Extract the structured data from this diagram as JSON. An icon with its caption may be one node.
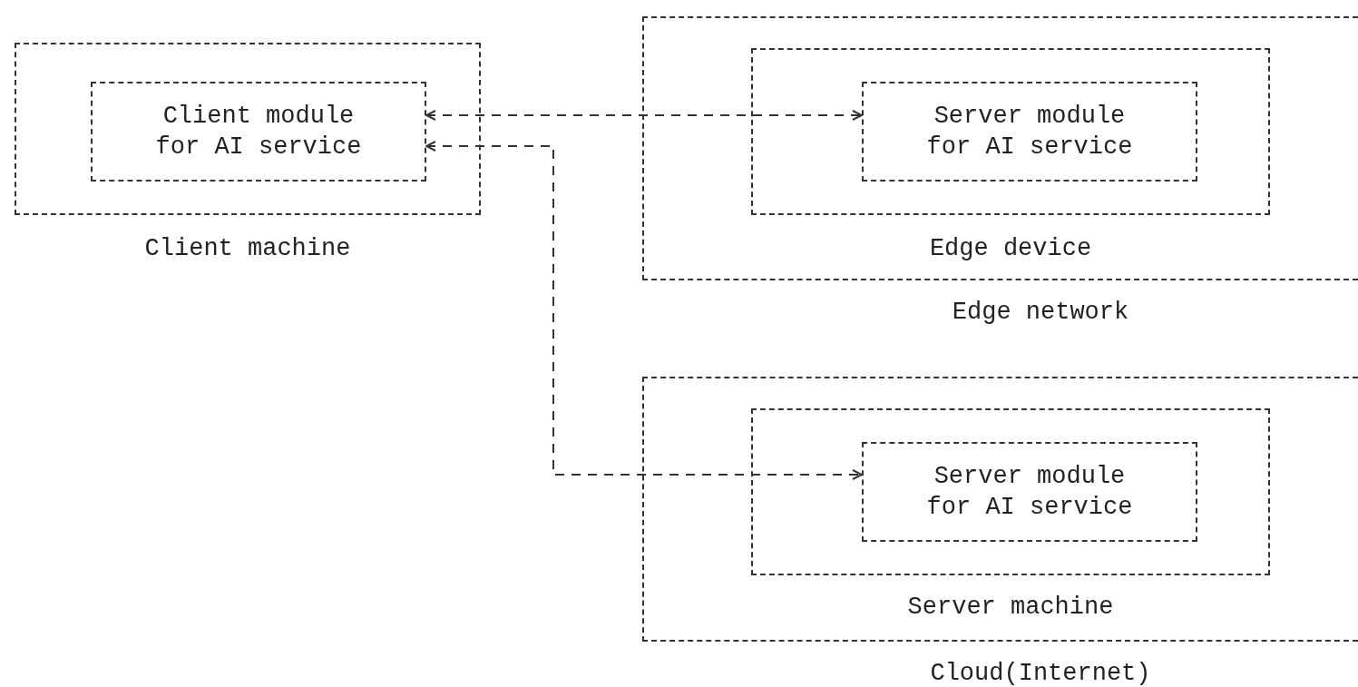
{
  "diagram": {
    "nodes": [
      {
        "text": [
          "Client machine"
        ]
      },
      {
        "text": [
          "Client module for AI service"
        ],
        "in": 0
      },
      {
        "text": [
          "Edge network"
        ]
      },
      {
        "text": [
          "Edge device"
        ],
        "in": 2
      },
      {
        "text": [
          "Server module for AI service"
        ],
        "in": 3
      },
      {
        "text": [
          "Cloud(Internet)"
        ]
      },
      {
        "text": [
          "Server machine"
        ],
        "in": 5
      },
      {
        "text": [
          "Server module for AI service"
        ],
        "in": 6
      }
    ],
    "edges": [
      {
        "from": 1,
        "to": 4,
        "arrow": "both",
        "style": "dashed"
      },
      {
        "from": 1,
        "to": 7,
        "arrow": "both",
        "style": "dashed"
      }
    ]
  }
}
